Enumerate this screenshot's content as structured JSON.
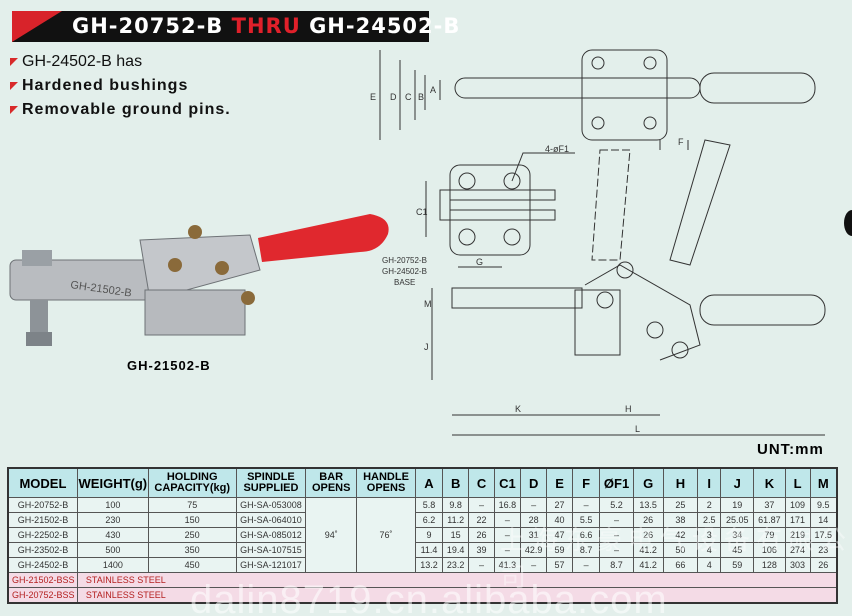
{
  "banner": {
    "model_from": "GH-20752-B",
    "thru": "THRU",
    "model_to": "GH-24502-B"
  },
  "bullets": [
    "GH-24502-B has",
    "Hardened bushings",
    "Removable ground pins."
  ],
  "photo_label": "GH-21502-B",
  "unit_label": "UNT:mm",
  "drawing": {
    "dims_top": [
      "E",
      "D",
      "C",
      "B",
      "A",
      "F"
    ],
    "hole_label": "4-øF1",
    "c1": "C1",
    "g": "G",
    "base_labels": [
      "GH-20752-B",
      "GH-24502-B",
      "BASE"
    ],
    "side_dims": [
      "M",
      "J",
      "K",
      "H",
      "L"
    ]
  },
  "table": {
    "headers": [
      "MODEL",
      "WEIGHT(g)",
      "HOLDING CAPACITY(kg)",
      "SPINDLE SUPPLIED",
      "BAR OPENS",
      "HANDLE OPENS",
      "A",
      "B",
      "C",
      "C1",
      "D",
      "E",
      "F",
      "ØF1",
      "G",
      "H",
      "I",
      "J",
      "K",
      "L",
      "M"
    ],
    "bar_opens": "94˚",
    "handle_opens": "76˚",
    "rows": [
      [
        "GH-20752-B",
        "100",
        "75",
        "GH-SA-053008",
        "5.8",
        "9.8",
        "–",
        "16.8",
        "–",
        "27",
        "–",
        "5.2",
        "13.5",
        "25",
        "2",
        "19",
        "37",
        "109",
        "9.5"
      ],
      [
        "GH-21502-B",
        "230",
        "150",
        "GH-SA-064010",
        "6.2",
        "11.2",
        "22",
        "–",
        "28",
        "40",
        "5.5",
        "–",
        "26",
        "38",
        "2.5",
        "25.05",
        "61.87",
        "171",
        "14"
      ],
      [
        "GH-22502-B",
        "430",
        "250",
        "GH-SA-085012",
        "9",
        "15",
        "26",
        "–",
        "31",
        "47",
        "6.6",
        "–",
        "26",
        "42",
        "3",
        "34",
        "79",
        "219",
        "17.5"
      ],
      [
        "GH-23502-B",
        "500",
        "350",
        "GH-SA-107515",
        "11.4",
        "19.4",
        "39",
        "–",
        "42.9",
        "59",
        "8.7",
        "–",
        "41.2",
        "50",
        "4",
        "45",
        "106",
        "274",
        "23"
      ],
      [
        "GH-24502-B",
        "1400",
        "450",
        "GH-SA-121017",
        "13.2",
        "23.2",
        "–",
        "41.3",
        "–",
        "57",
        "–",
        "8.7",
        "41.2",
        "66",
        "4",
        "59",
        "128",
        "303",
        "26"
      ]
    ],
    "stainless_rows": [
      {
        "model": "GH-21502-BSS",
        "material": "STAINLESS STEEL"
      },
      {
        "model": "GH-20752-BSS",
        "material": "STAINLESS STEEL"
      }
    ]
  },
  "watermark": {
    "url": "dalin8719.cn.alibaba.com",
    "company": "上海东豪电气设备有限公司"
  }
}
